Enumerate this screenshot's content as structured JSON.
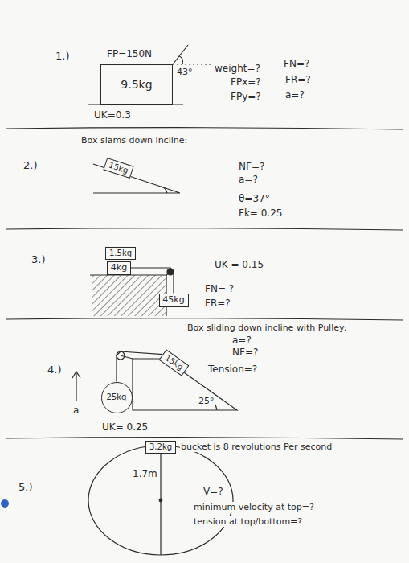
{
  "diagram": {
    "nodes": [
      {
        "text": [
          "9.5kg"
        ]
      },
      {
        "text": [
          "15kg"
        ]
      },
      {
        "text": [
          "1.5kg"
        ]
      },
      {
        "text": [
          "4kg"
        ]
      },
      {
        "text": [
          "45kg"
        ]
      },
      {
        "text": [
          "15kg"
        ]
      },
      {
        "text": [
          "25kg"
        ]
      },
      {
        "text": [
          "3.2kg"
        ]
      }
    ],
    "edges": [
      {
        "from": 3,
        "to": 4,
        "arrow": "none"
      },
      {
        "from": 5,
        "to": 6,
        "arrow": "none"
      }
    ],
    "labels": [
      "1.)",
      "FP=150N",
      "43°",
      "weight=?",
      "FN=?",
      "FPx=?",
      "FR=?",
      "FPy=?",
      "a=?",
      "UK=0.3",
      "Box slams down incline:",
      "2.)",
      "NF=?",
      "a=?",
      "θ=37°",
      "Fk= 0.25",
      "3.)",
      "UK = 0.15",
      "FN= ?",
      "FR=?",
      "Box sliding down incline with Pulley:",
      "a=?",
      "NF=?",
      "4.)",
      "a",
      "Tension=?",
      "25°",
      "UK= 0.25",
      "bucket is 8 revolutions Per second",
      "5.)",
      "1.7m",
      "V=?",
      "minimum velocity at top=?",
      "tension at top/bottom=?"
    ]
  }
}
